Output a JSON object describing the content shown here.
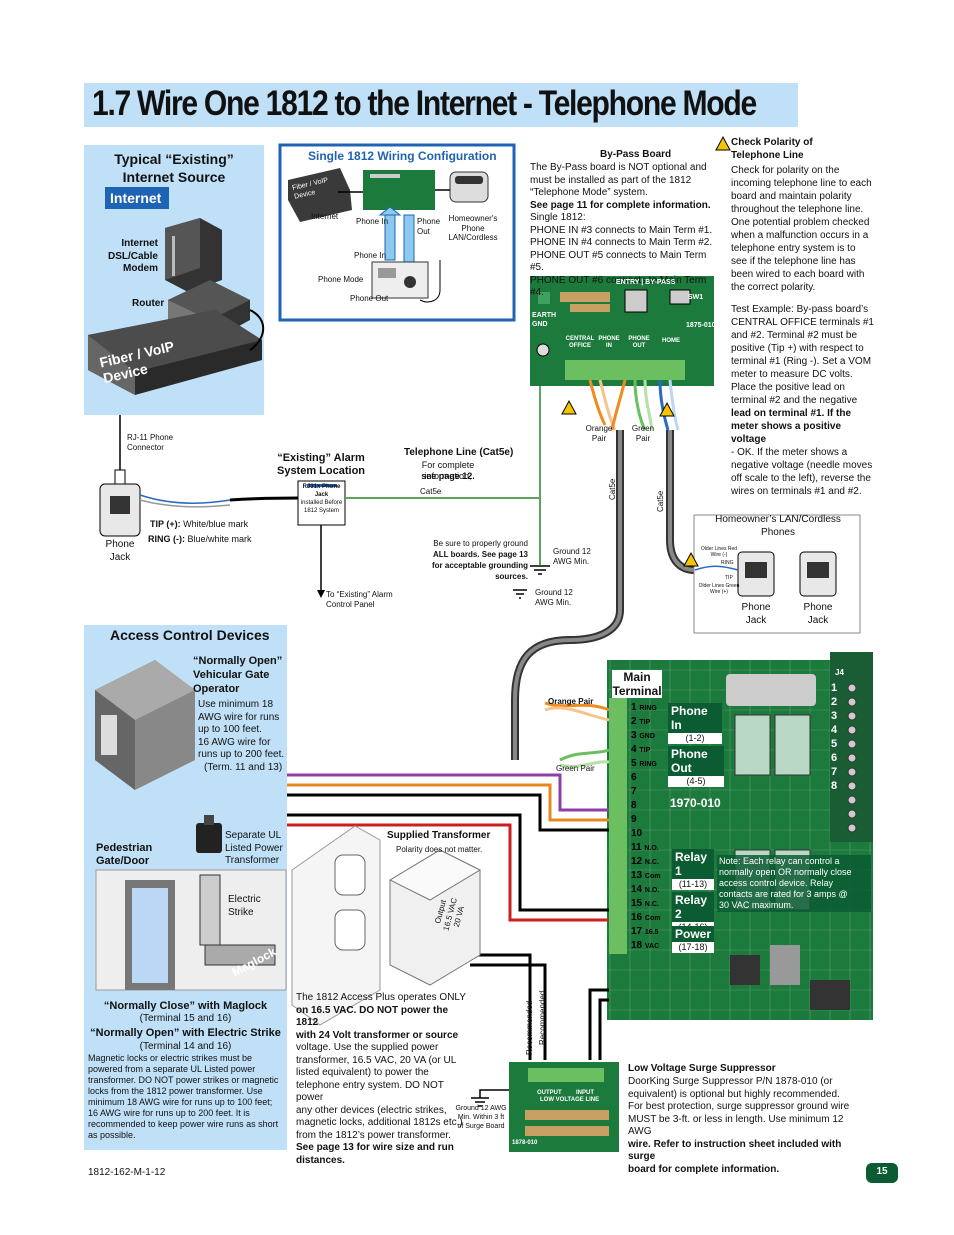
{
  "title": "1.7 Wire One 1812 to the Internet - Telephone Mode",
  "footer": {
    "doc_id": "1812-162-M-1-12",
    "page_number": "15"
  },
  "internet_source": {
    "heading": "Typical “Existing” Internet Source",
    "internet_label": "Internet",
    "modem_label": "Internet DSL/Cable Modem",
    "router_label": "Router",
    "device_label": "Fiber / VoIP Device"
  },
  "rj11": {
    "label": "RJ-11 Phone Connector",
    "jack": "Phone Jack",
    "tip": "TIP (+):",
    "tip_desc": "White/blue mark",
    "ring": "RING (-):",
    "ring_desc": "Blue/white mark"
  },
  "single_wiring": {
    "heading": "Single 1812 Wiring Configuration",
    "internet": "Internet",
    "device": "Fiber / VoIP Device",
    "phone_in": "Phone In",
    "phone_out": "Phone Out",
    "homeowner": "Homeowner's Phone LAN/Cordless",
    "phone_in2": "Phone In",
    "phone_mode": "Phone Mode",
    "phone_out2": "Phone Out"
  },
  "bypass": {
    "heading": "By-Pass Board",
    "lines": [
      "The By-Pass board is NOT optional and",
      "must be installed as part of the 1812",
      "“Telephone Mode” system.",
      "See page 11 for complete information.",
      "Single 1812:",
      "PHONE IN #3 connects to Main Term #1.",
      "PHONE IN #4 connects to Main Term #2.",
      "PHONE OUT #5 connects to Main Term #5.",
      "PHONE OUT #6 connects to Main Term #4."
    ],
    "board_header": "ENTRY | BY-PASS",
    "part_no": "1875-010",
    "sw": "SW1",
    "earth_gnd": "EARTH GND",
    "central_office": "CENTRAL OFFICE",
    "phone_in": "PHONE IN",
    "phone_out": "PHONE OUT",
    "home": "HOME",
    "orange_pair": "Orange Pair",
    "green_pair": "Green Pair",
    "cat5e_a": "Cat5e",
    "cat5e_b": "Cat5e"
  },
  "polarity": {
    "heading": "Check Polarity of Telephone Line",
    "lines": [
      "Check for polarity on the",
      "incoming telephone line to each",
      "board and maintain polarity",
      "throughout the telephone line.",
      "One potential problem checked",
      "when a malfunction occurs in a",
      "telephone entry system is to",
      "see if the telephone line has",
      "been wired to each board with",
      "the correct polarity.",
      "",
      "Test Example: By-pass board’s",
      "CENTRAL OFFICE terminals #1",
      "and #2. Terminal #2 must be",
      "positive (Tip +) with respect to",
      "terminal #1 (Ring -). Set a VOM",
      "meter to measure DC volts.",
      "Place the positive lead on",
      "terminal #2 and the negative",
      "lead on terminal #1. If the",
      "meter shows a positive voltage",
      "- OK. If the meter shows a",
      "negative voltage (needle moves",
      "off scale to the left), reverse the",
      "wires on terminals #1 and #2."
    ]
  },
  "alarm": {
    "heading": "“Existing” Alarm System Location",
    "jack": "RJ31x Phone Jack",
    "note": "installed Before 1812 System",
    "to_alarm": "To “Existing” Alarm Control Panel"
  },
  "tel_line": {
    "heading": "Telephone Line (Cat5e)",
    "sub": "For complete information,",
    "see": "see page 12.",
    "cat5e": "Cat5e"
  },
  "grounding": {
    "note": [
      "Be sure to properly ground",
      "ALL boards. See page 13",
      "for acceptable grounding",
      "sources."
    ],
    "ground1": "Ground 12 AWG Min.",
    "ground2": "Ground 12 AWG Min."
  },
  "homeowner_phones": {
    "heading": "Homeowner’s LAN/Cordless Phones",
    "jack1": "Phone Jack",
    "jack2": "Phone Jack",
    "older1": "Older Lines Red Wire (-)",
    "ring": "RING",
    "tip": "TIP",
    "older2": "Older Lines Green Wire (+)"
  },
  "access": {
    "heading": "Access Control Devices",
    "vehicular_heading": "“Normally Open” Vehicular Gate Operator",
    "vehicular_lines": [
      "Use minimum 18",
      "AWG wire for runs",
      "up to 100 feet.",
      "16 AWG wire for",
      "runs up to 200 feet.",
      "(Term. 11 and 13)"
    ],
    "ul_transformer": "Separate UL Listed Power Transformer",
    "pedestrian": "Pedestrian Gate/Door",
    "electric_strike": "Electric Strike",
    "maglock": "Maglock",
    "nc_heading": "“Normally Close” with Maglock",
    "nc_terms": "(Terminal 15 and 16)",
    "no_heading": "“Normally Open” with Electric Strike",
    "no_terms": "(Terminal 14 and 16)",
    "mag_lines": [
      "Magnetic locks or electric strikes must be",
      "powered from a separate UL Listed power",
      "transformer. DO NOT power strikes or magnetic",
      "locks from the 1812 power transformer. Use",
      "minimum 18 AWG wire for runs up to 100 feet;",
      "16 AWG wire for runs up to 200 feet. It is",
      "recommended to keep power wire runs as short",
      "as possible."
    ]
  },
  "transformer": {
    "heading": "Supplied Transformer",
    "sub": "Polarity does not matter.",
    "output": "Output 16.5 VAC 20 VA",
    "desc": [
      "The 1812 Access Plus operates ONLY",
      "on 16.5 VAC. DO NOT power the 1812",
      "with 24 Volt transformer or source",
      "voltage. Use the supplied power",
      "transformer, 16.5 VAC, 20 VA (or UL",
      "listed equivalent) to power the",
      "telephone entry system. DO NOT power",
      "any other devices (electric strikes,",
      "magnetic locks, additional 1812s etc.)",
      "from the 1812’s power transformer.",
      "See page 13 for wire size and run",
      "distances."
    ]
  },
  "main_board": {
    "main_terminal": "Main Terminal",
    "model": "1970-010",
    "orange_pair": "Orange Pair",
    "green_pair": "Green Pair",
    "j4": "J4",
    "terminals": [
      {
        "n": "1",
        "t": "RING"
      },
      {
        "n": "2",
        "t": "TIP"
      },
      {
        "n": "3",
        "t": "GND"
      },
      {
        "n": "4",
        "t": "TIP"
      },
      {
        "n": "5",
        "t": "RING"
      },
      {
        "n": "6",
        "t": ""
      },
      {
        "n": "7",
        "t": ""
      },
      {
        "n": "8",
        "t": ""
      },
      {
        "n": "9",
        "t": ""
      },
      {
        "n": "10",
        "t": ""
      },
      {
        "n": "11",
        "t": "N.O."
      },
      {
        "n": "12",
        "t": "N.C."
      },
      {
        "n": "13",
        "t": "Com"
      },
      {
        "n": "14",
        "t": "N.O."
      },
      {
        "n": "15",
        "t": "N.C."
      },
      {
        "n": "16",
        "t": "Com"
      },
      {
        "n": "17",
        "t": "16.5"
      },
      {
        "n": "18",
        "t": "VAC"
      }
    ],
    "j4_terms": [
      "1",
      "2",
      "3",
      "4",
      "5",
      "6",
      "7",
      "8"
    ],
    "phone_in": "Phone In",
    "phone_in_terms": "(1-2)",
    "phone_out": "Phone Out",
    "phone_out_terms": "(4-5)",
    "relay1": "Relay 1",
    "relay1_terms": "(11-13)",
    "relay2": "Relay 2",
    "relay2_terms": "(14-16)",
    "power": "Power",
    "power_terms": "(17-18)",
    "relay_note": [
      "Note: Each relay can control a",
      "normally open OR normally close",
      "access control device. Relay",
      "contacts are rated for 3 amps @",
      "30 VAC maximum."
    ]
  },
  "surge": {
    "heading": "Low Voltage Surge Suppressor",
    "lines": [
      "DoorKing Surge Suppressor P/N 1878-010 (or",
      "equivalent) is optional but highly recommended.",
      "For best protection, surge suppressor ground wire",
      "MUST be 3-ft. or less in length. Use minimum 12 AWG",
      "wire. Refer to instruction sheet included with surge",
      "board for complete information."
    ],
    "recommended1": "Recommended",
    "recommended2": "Recommended",
    "ground": "Ground 12 AWG Min. Within 3 ft of Surge Board",
    "output": "OUTPUT",
    "input": "INPUT",
    "lvl": "LOW VOLTAGE LINE",
    "part": "1878-010"
  }
}
